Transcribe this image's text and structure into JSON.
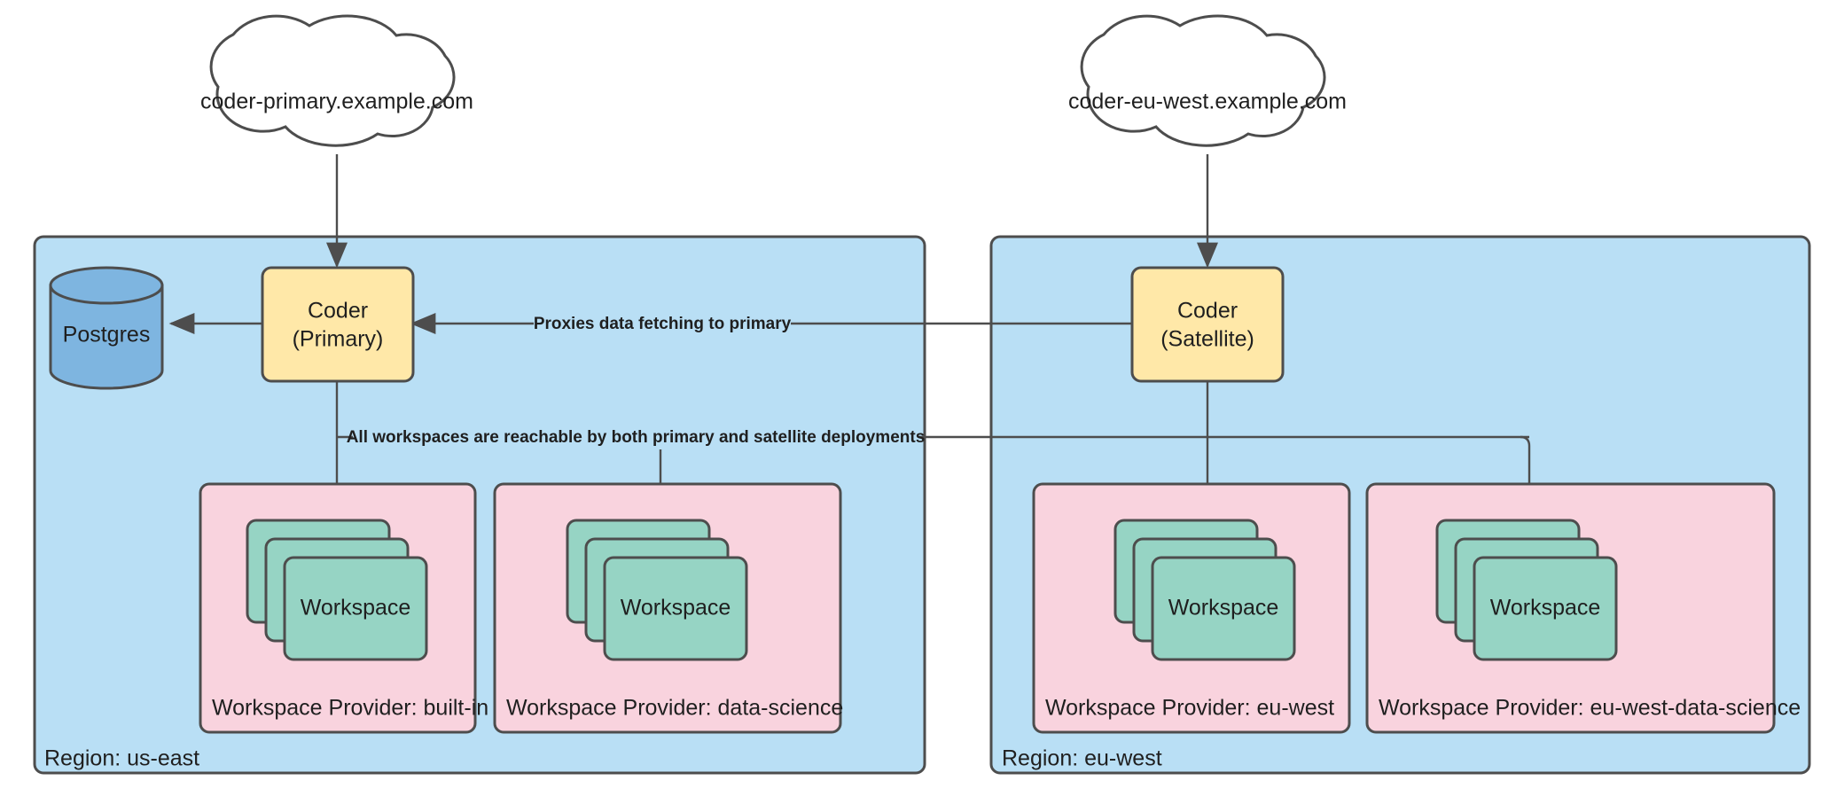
{
  "diagram": {
    "title": "Coder multi-region primary/satellite deployment architecture",
    "colors": {
      "region_fill": "#B9DFF5",
      "region_stroke": "#4d4d4d",
      "coder_fill": "#FFE8A8",
      "coder_stroke": "#4d4d4d",
      "postgres_fill": "#7EB5E0",
      "postgres_stroke": "#4d4d4d",
      "provider_fill": "#F9D3DE",
      "provider_stroke": "#4d4d4d",
      "workspace_fill": "#96D4C4",
      "workspace_stroke": "#4d4d4d",
      "cloud_fill": "#ffffff",
      "cloud_stroke": "#4d4d4d",
      "edge_stroke": "#4d4d4d",
      "text": "#1f1f1f",
      "background": "#ffffff"
    },
    "clouds": [
      {
        "id": "cloud-primary",
        "label": "coder-primary.example.com"
      },
      {
        "id": "cloud-eu-west",
        "label": "coder-eu-west.example.com"
      }
    ],
    "regions": [
      {
        "id": "region-us-east",
        "label": "Region: us-east",
        "nodes": {
          "database": {
            "id": "postgres",
            "label": "Postgres"
          },
          "coder": {
            "id": "coder-primary",
            "label_line1": "Coder",
            "label_line2": "(Primary)"
          }
        },
        "providers": [
          {
            "id": "provider-built-in",
            "label": "Workspace Provider: built-in",
            "workspace_label": "Workspace",
            "workspace_count": 3
          },
          {
            "id": "provider-data-science",
            "label": "Workspace Provider: data-science",
            "workspace_label": "Workspace",
            "workspace_count": 3
          }
        ]
      },
      {
        "id": "region-eu-west",
        "label": "Region: eu-west",
        "nodes": {
          "coder": {
            "id": "coder-satellite",
            "label_line1": "Coder",
            "label_line2": "(Satellite)"
          }
        },
        "providers": [
          {
            "id": "provider-eu-west",
            "label": "Workspace Provider: eu-west",
            "workspace_label": "Workspace",
            "workspace_count": 3
          },
          {
            "id": "provider-eu-west-data-science",
            "label": "Workspace Provider: eu-west-data-science",
            "workspace_label": "Workspace",
            "workspace_count": 3
          }
        ]
      }
    ],
    "edges": [
      {
        "id": "edge-cloud-primary-to-coder-primary",
        "label": ""
      },
      {
        "id": "edge-cloud-eu-west-to-coder-satellite",
        "label": ""
      },
      {
        "id": "edge-coder-primary-to-postgres",
        "label": ""
      },
      {
        "id": "edge-satellite-to-primary",
        "label": "Proxies data fetching to primary"
      },
      {
        "id": "edge-workspaces-reachable",
        "label": "All workspaces are reachable by both primary and satellite deployments"
      }
    ]
  }
}
